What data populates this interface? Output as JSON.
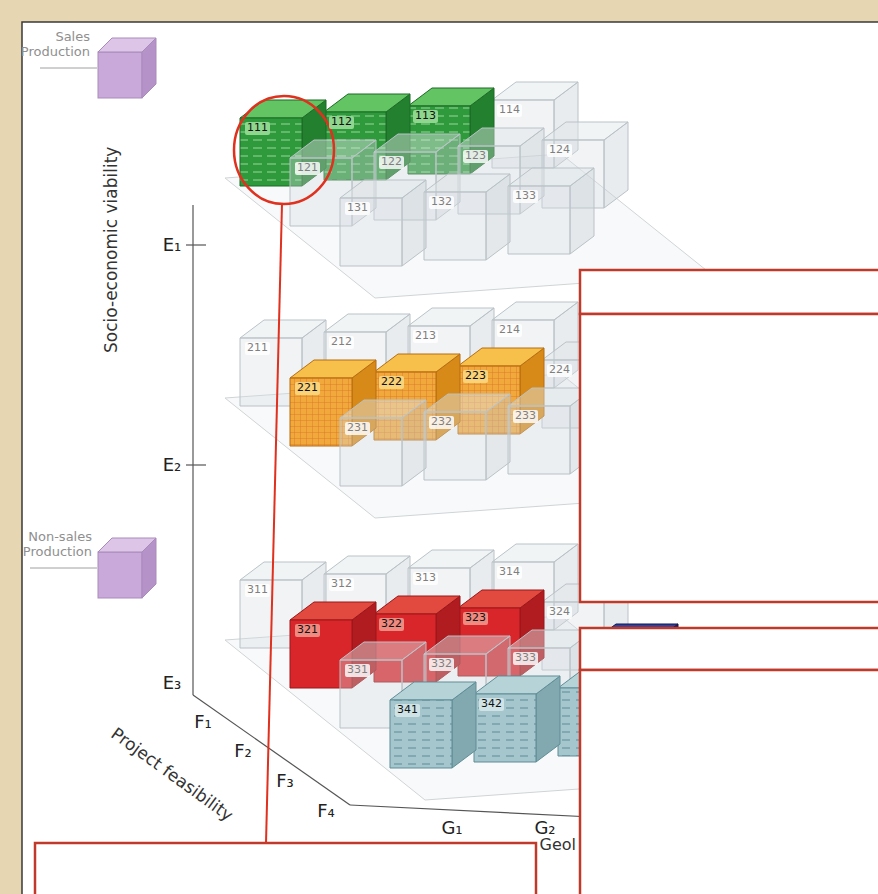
{
  "diagram": {
    "labels": [
      "Sales Production",
      "Socio-economic viability",
      "E₁",
      "111",
      "112",
      "113",
      "114",
      "121",
      "122",
      "123",
      "124",
      "131",
      "132",
      "133",
      "E₂",
      "211",
      "212",
      "213",
      "214",
      "221",
      "222",
      "223",
      "224",
      "231",
      "232",
      "233",
      "Non-sales Production",
      "E₃",
      "311",
      "312",
      "313",
      "314",
      "321",
      "322",
      "323",
      "324",
      "331",
      "332",
      "333",
      "341",
      "342",
      "F₁",
      "F₂",
      "F₃",
      "F₄",
      "Project feasibility",
      "G₁",
      "G₂",
      "Geol"
    ]
  }
}
